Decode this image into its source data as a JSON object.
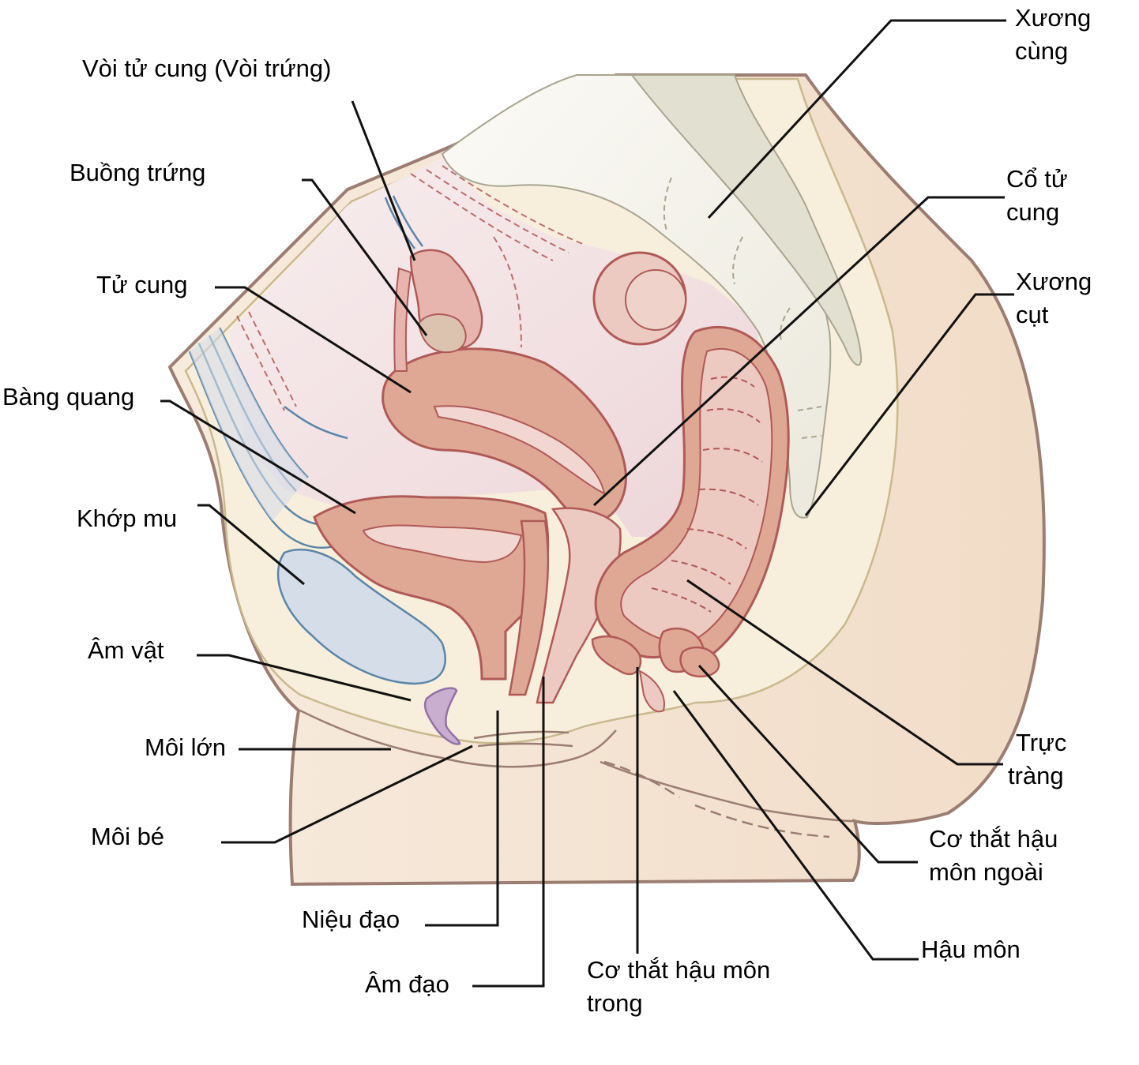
{
  "figure": {
    "title": "Female pelvic anatomy – sagittal section",
    "colors": {
      "skin": "#f3e3d2",
      "skin_outline": "#9b7d72",
      "pelvic_fat": "#f8eedc",
      "peritoneum": "#f0dde0",
      "organ": "#dea894",
      "organ_outline": "#b05a57",
      "rectum_mucosa": "#ecc9c1",
      "bladder_blue": "#d5dde8",
      "blue_outline": "#5b86a8",
      "bone": "#f4f1e8",
      "bone_shadow": "#e2e0d0",
      "clitoris": "#c9aed0",
      "clitoris_outline": "#9470a8",
      "leader": "#111111"
    }
  },
  "labels": {
    "fallopian_tube": "Vòi tử cung (Vòi trứng)",
    "ovary": "Buồng trứng",
    "uterus": "Tử cung",
    "bladder": "Bàng quang",
    "pubic_symphysis": "Khớp mu",
    "clitoris": "Âm vật",
    "labia_majora": "Môi lớn",
    "labia_minora": "Môi bé",
    "urethra": "Niệu đạo",
    "vagina": "Âm đạo",
    "internal_sphincter": [
      "Cơ thắt hậu môn",
      "trong"
    ],
    "anus": "Hậu môn",
    "external_sphincter": [
      "Cơ thắt hậu",
      "môn ngoài"
    ],
    "rectum": [
      "Trực",
      "tràng"
    ],
    "coccyx": [
      "Xương",
      "cụt"
    ],
    "cervix": [
      "Cổ tử",
      "cung"
    ],
    "sacrum": [
      "Xương",
      "cùng"
    ]
  }
}
